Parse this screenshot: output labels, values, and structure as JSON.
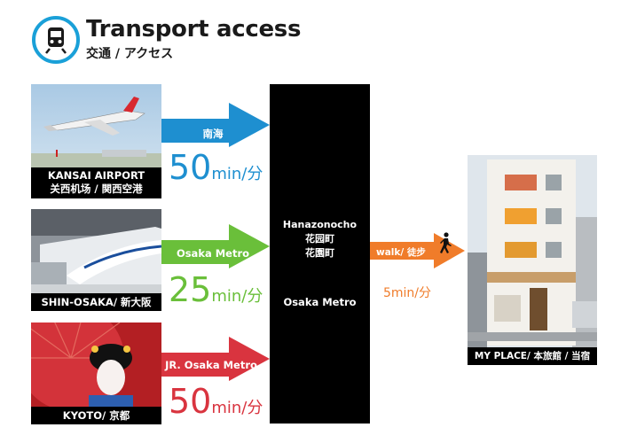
{
  "header": {
    "title": "Transport access",
    "subtitle": "交通 / アクセス",
    "icon": "train-icon",
    "accent_color": "#1aa0d8"
  },
  "routes": [
    {
      "caption_en": "KANSAI AIRPORT",
      "caption_jp": "关西机场 / 関西空港",
      "line": "南海",
      "minutes": "50",
      "unit": "min/分",
      "color": "#1e8fd0",
      "photo": "airplane-photo"
    },
    {
      "caption": "SHIN-OSAKA/ 新大阪",
      "line": "Osaka Metro",
      "minutes": "25",
      "unit": "min/分",
      "color": "#6abf3a",
      "photo": "bullet-train-photo"
    },
    {
      "caption": "KYOTO/ 京都",
      "line": "JR. Osaka Metro",
      "minutes": "50",
      "unit": "min/分",
      "color": "#d9343f",
      "photo": "geisha-photo"
    }
  ],
  "station": {
    "name_en": "Hanazonocho",
    "name_jp1": "花园町",
    "name_jp2": "花園町",
    "line": "Osaka Metro"
  },
  "walk": {
    "label": "walk/ 徒步",
    "time": "5min/分",
    "color": "#f07c2a",
    "icon": "walking-person-icon"
  },
  "destination": {
    "caption": "MY PLACE/ 本旅館 / 当宿",
    "photo": "building-photo"
  }
}
